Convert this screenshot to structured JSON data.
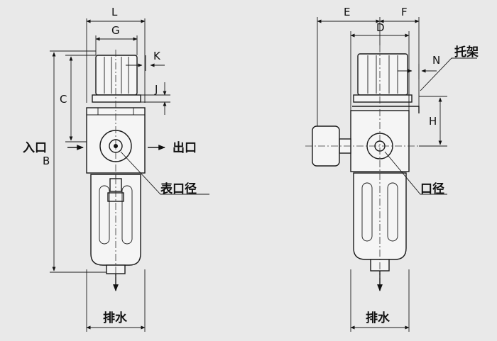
{
  "labels": {
    "L": "L",
    "G": "G",
    "K": "K",
    "C": "C",
    "J": "J",
    "B": "B",
    "E": "E",
    "F": "F",
    "D": "D",
    "N": "N",
    "H": "H"
  },
  "text": {
    "inlet": "入口",
    "outlet": "出口",
    "gauge_port": "表口径",
    "drain_left": "排水",
    "drain_right": "排水",
    "bracket": "托架",
    "port_size": "口径"
  }
}
